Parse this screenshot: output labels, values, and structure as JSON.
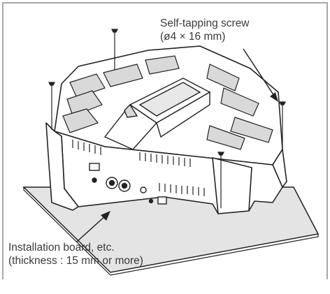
{
  "screw_label": {
    "line1": "Self-tapping screw",
    "line2": "(ø4 × 16 mm)"
  },
  "board_label": {
    "line1": "Installation board, etc.",
    "line2": "(thickness : 15 mm or more)"
  },
  "colors": {
    "line": "#222222",
    "frame": "#8a8a8a",
    "board_fill": "#e4e4e4",
    "amp_fill": "#ffffff",
    "shade": "#d9d9d9",
    "text": "#3a3a3a"
  }
}
